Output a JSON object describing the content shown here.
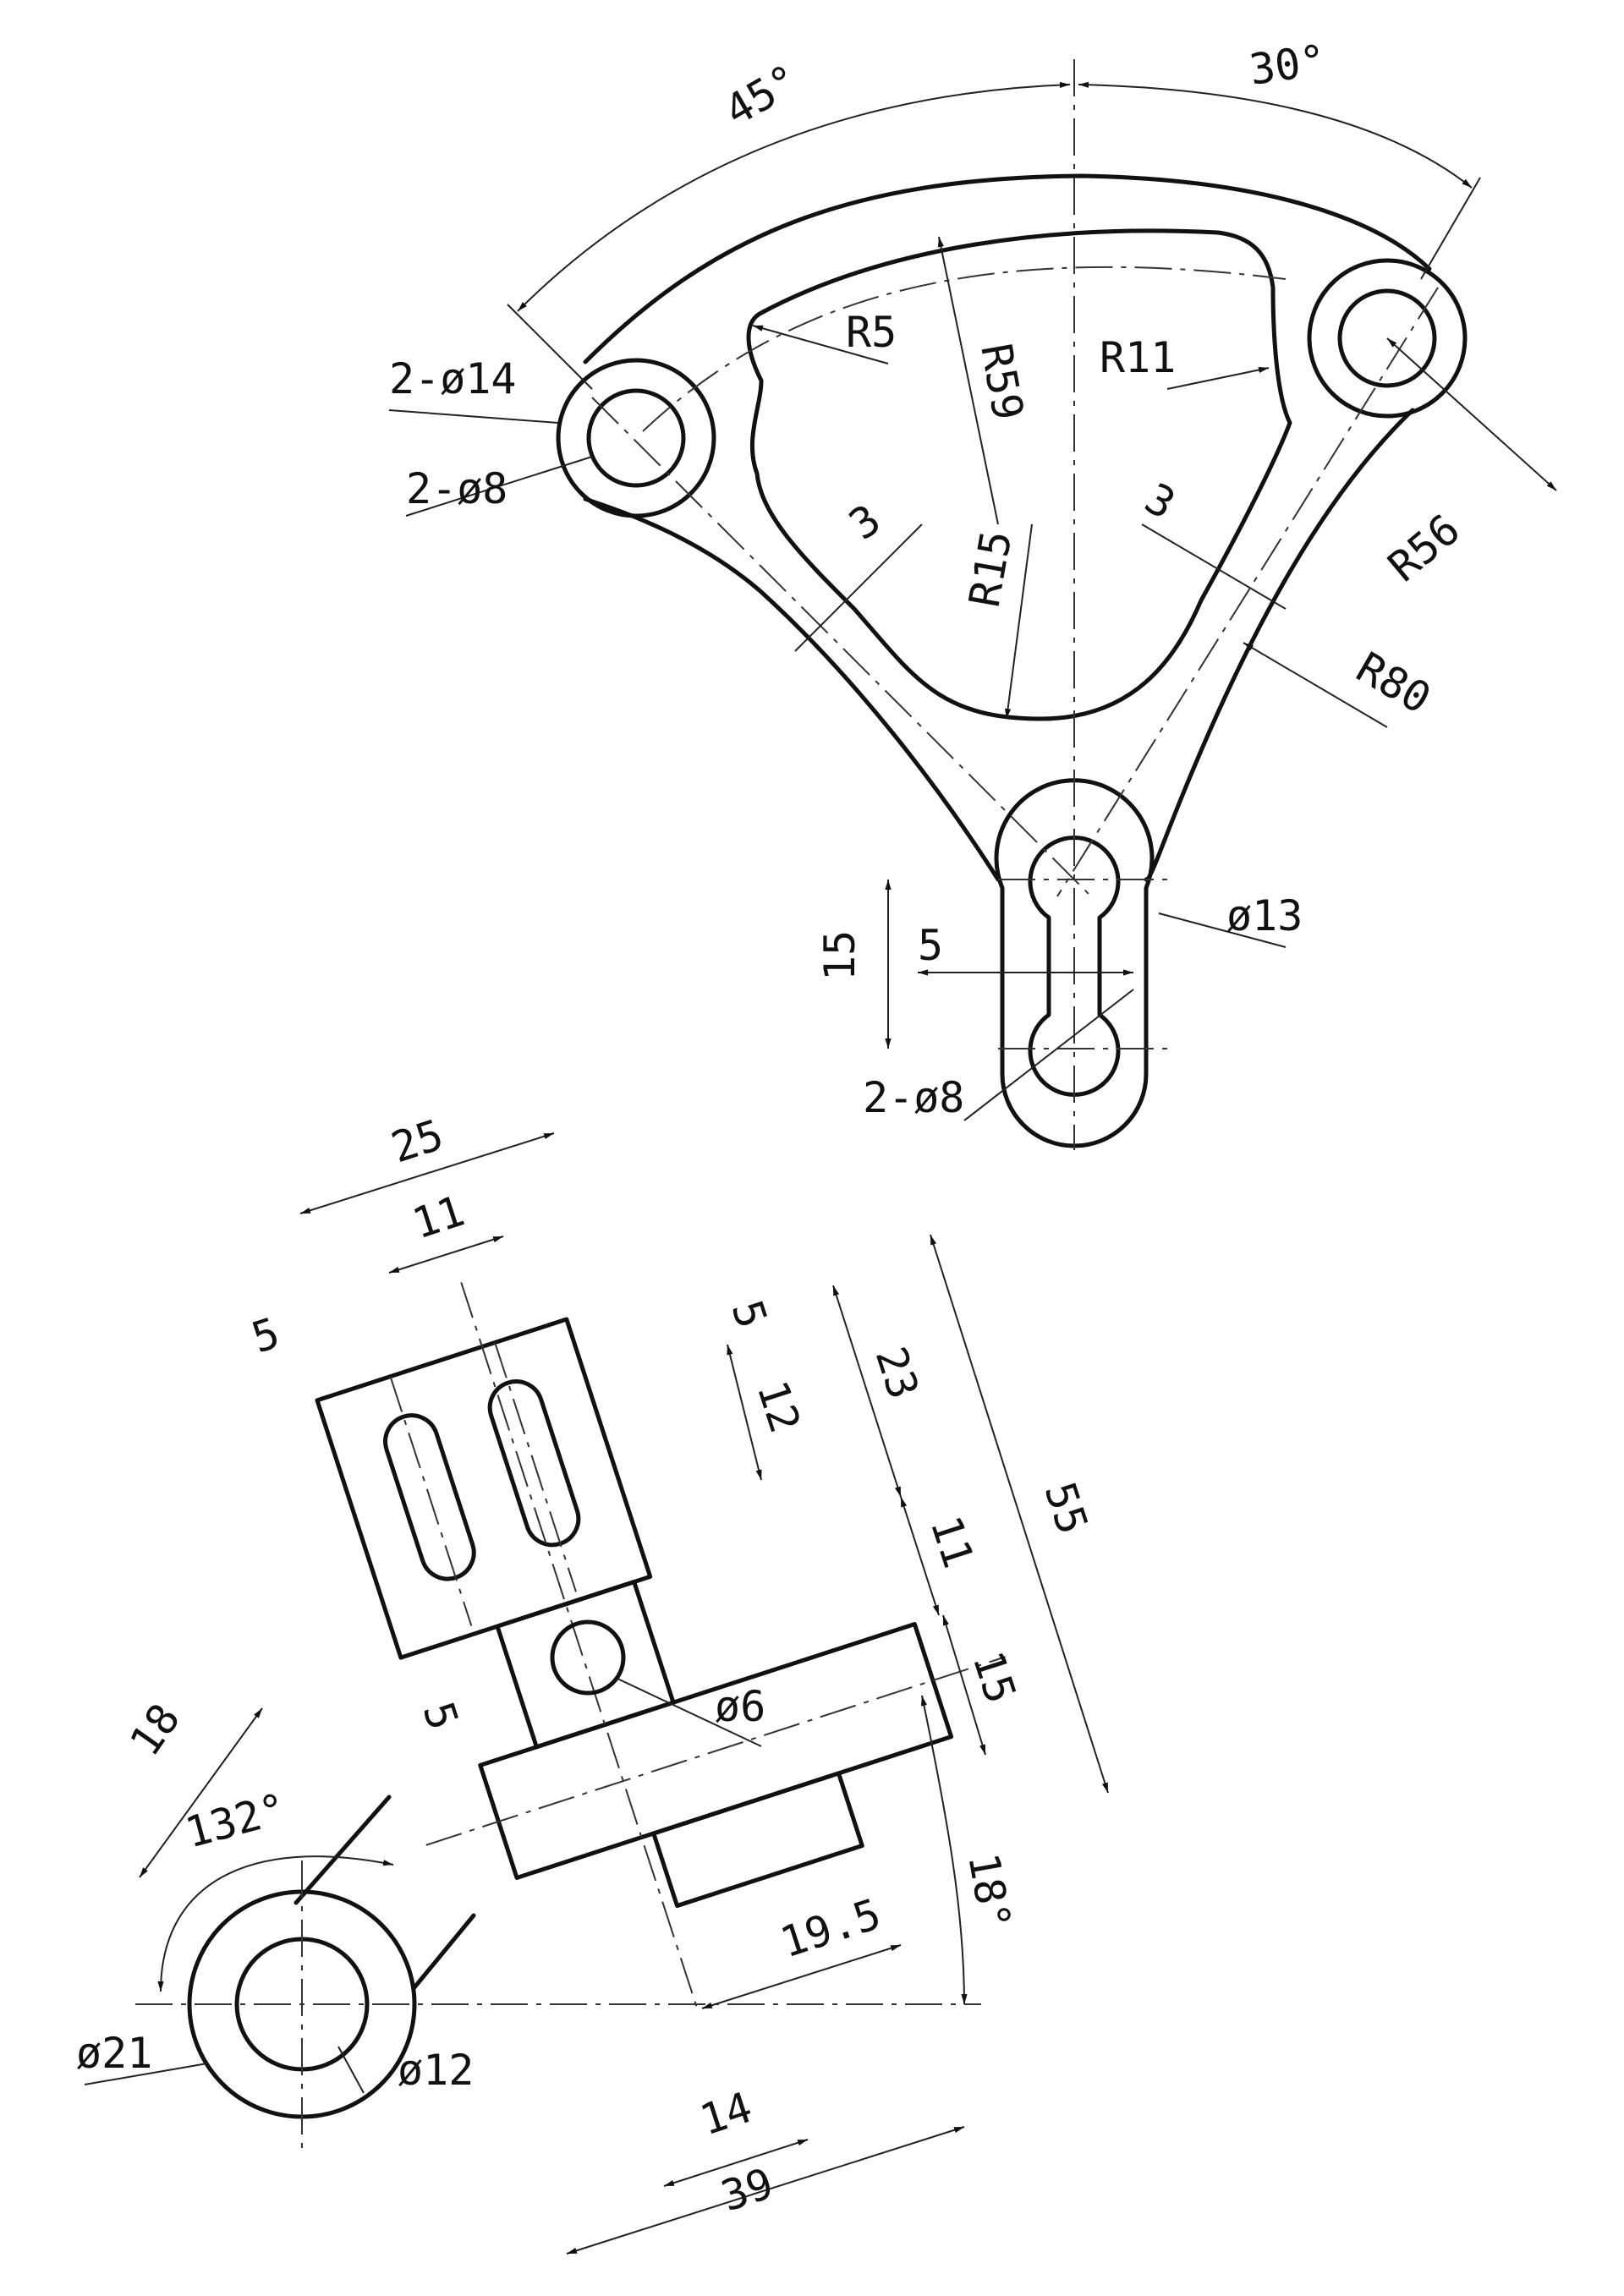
{
  "top_view": {
    "angle_left": "45°",
    "angle_right": "30°",
    "r5": "R5",
    "r59": "R59",
    "r11": "R11",
    "r15": "R15",
    "r56": "R56",
    "r80": "R80",
    "wall_left": "3",
    "wall_right": "3",
    "holes_outer": "2-ø14",
    "holes_inner": "2-ø8",
    "bore": "ø13",
    "slot_len": "15",
    "slot_width": "5",
    "slot_holes": "2-ø8"
  },
  "bottom_view": {
    "d25": "25",
    "d11_top": "11",
    "d5_left": "5",
    "d5_right": "5",
    "d12": "12",
    "d23": "23",
    "d55": "55",
    "d11_right": "11",
    "d15": "15",
    "hole6": "ø6",
    "d5_step": "5",
    "d18": "18",
    "angle132": "132°",
    "angle18": "18°",
    "d19_5": "19.5",
    "d14": "14",
    "d39": "39",
    "boss21": "ø21",
    "boss12": "ø12"
  }
}
